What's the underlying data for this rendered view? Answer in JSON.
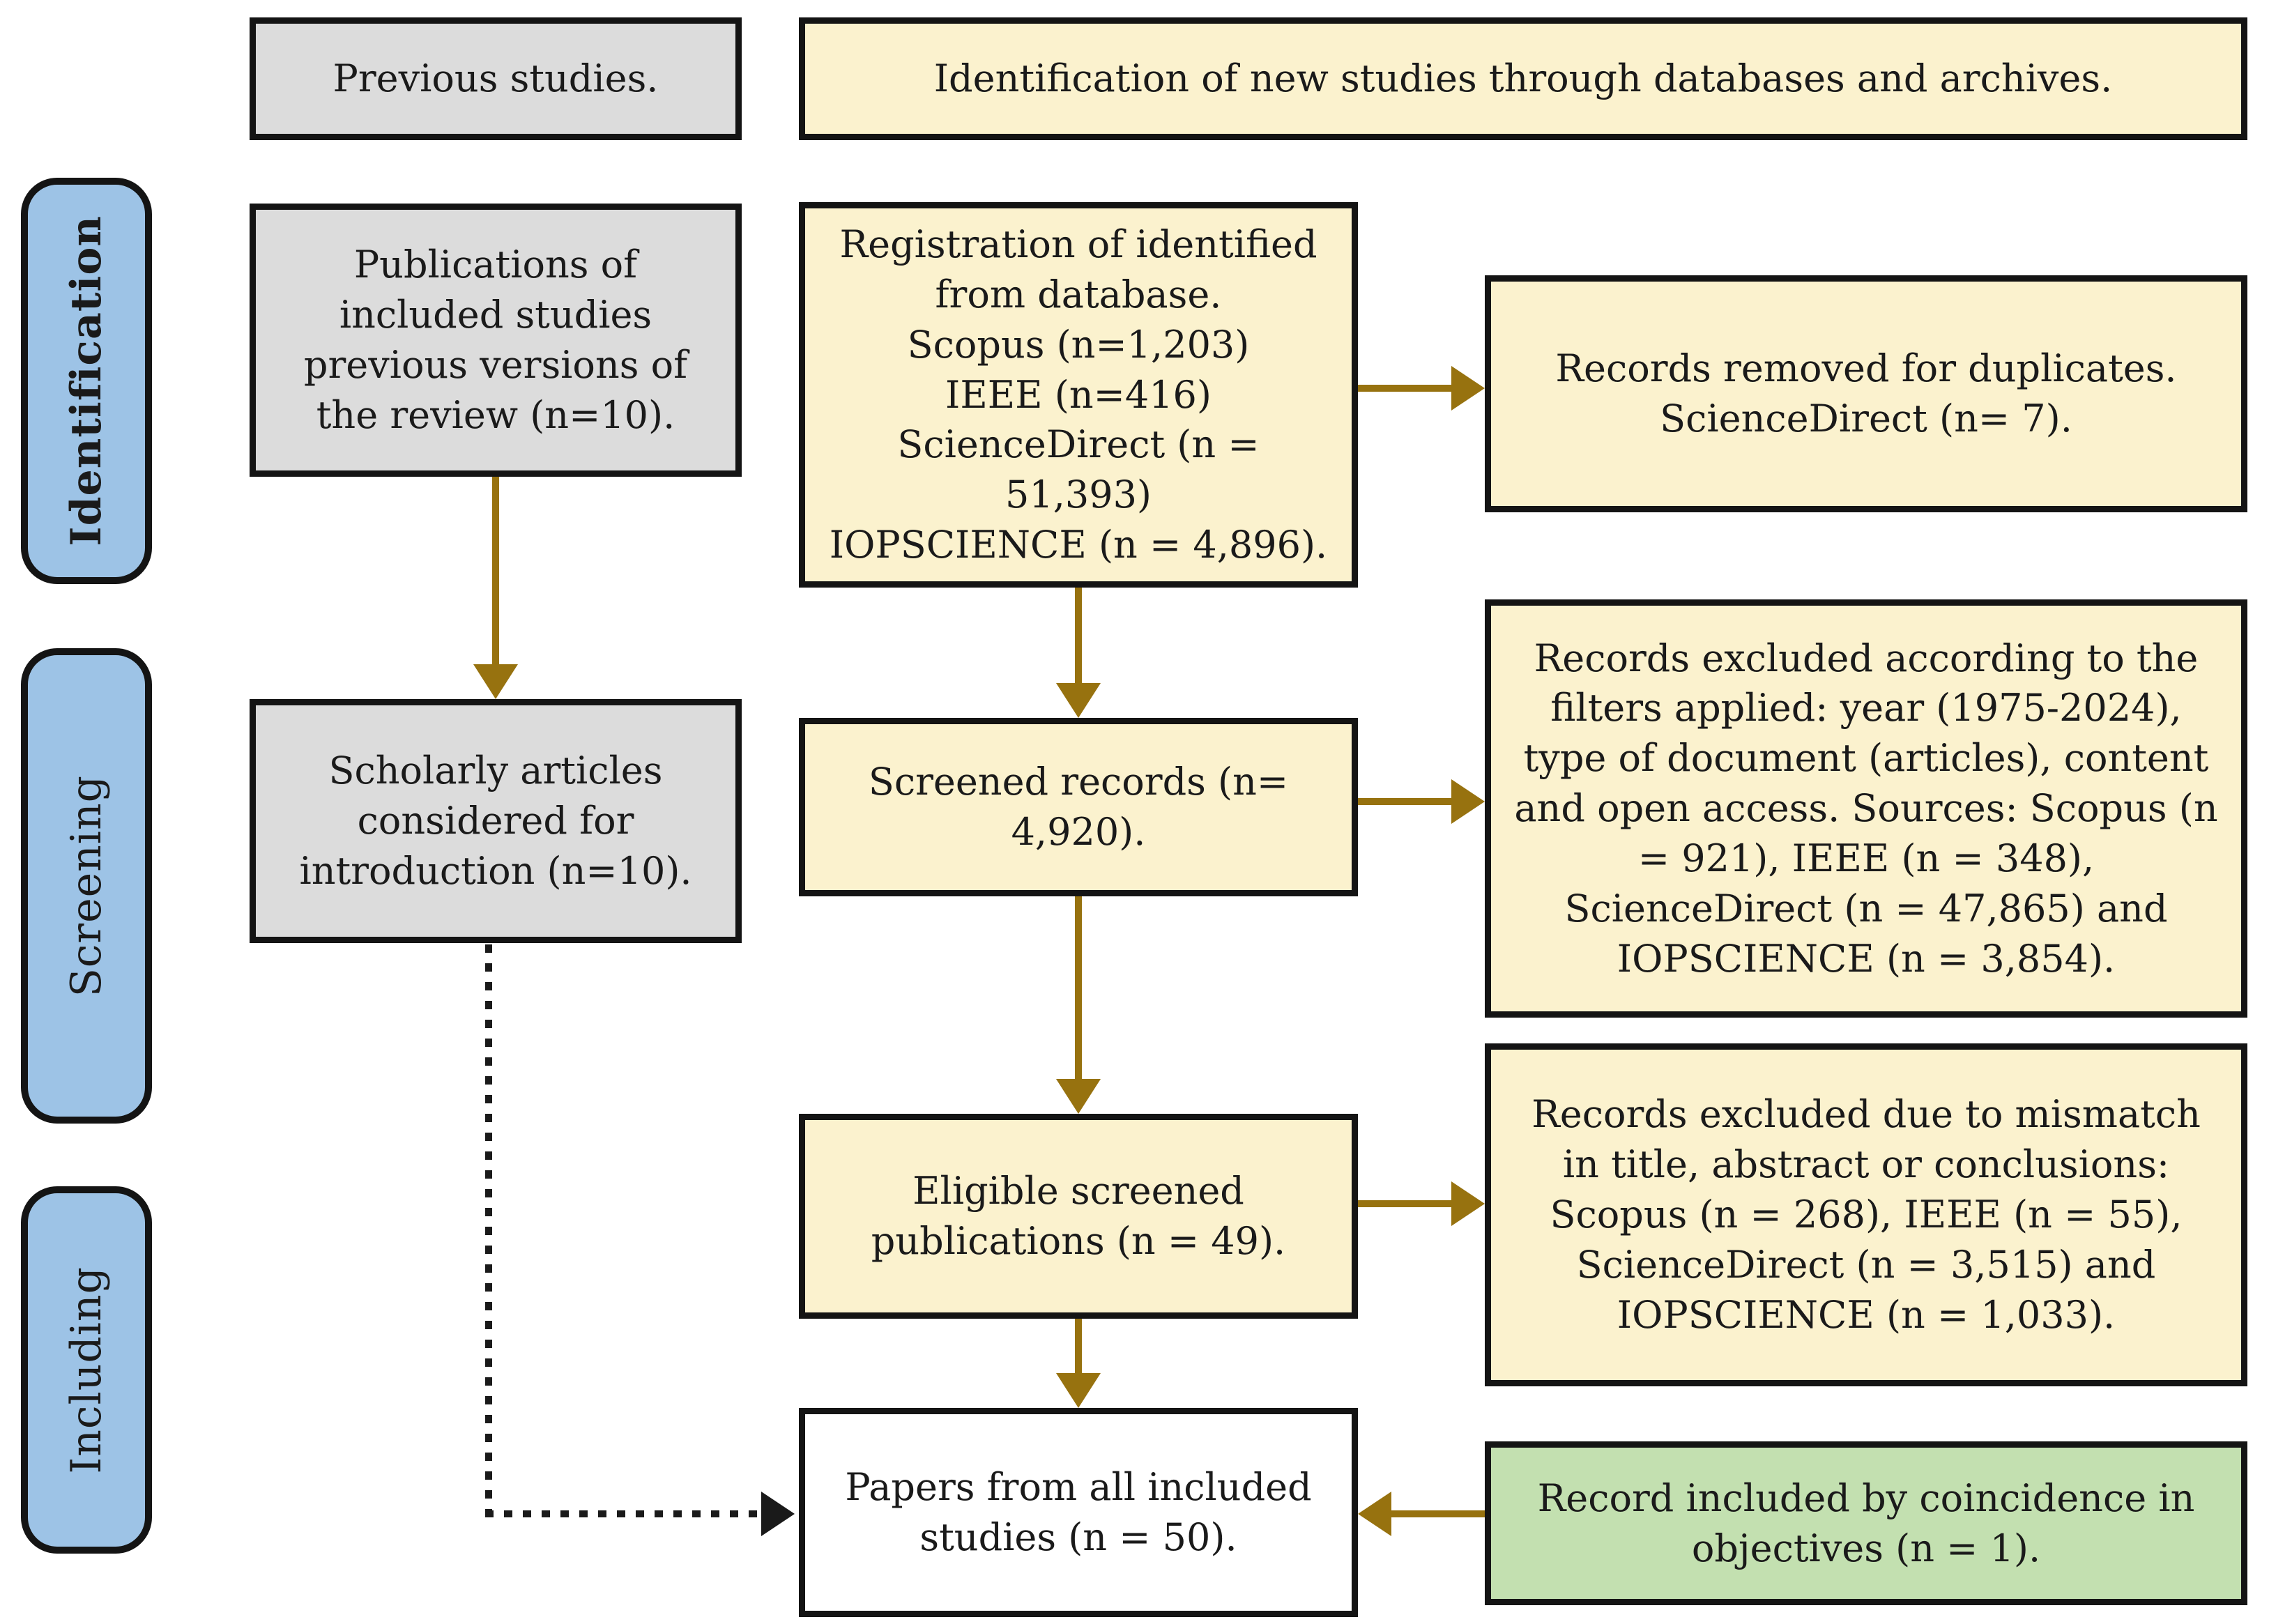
{
  "colors": {
    "stage_blue": "#9DC3E6",
    "box_yellow": "#FBF2CE",
    "box_gray": "#DCDCDC",
    "box_green": "#C3E0B0",
    "arrow_gold": "#97720F",
    "arrow_black": "#1A1A1A",
    "border_black": "#141414"
  },
  "sidebar": {
    "stages": [
      {
        "label": "Identification"
      },
      {
        "label": "Screening"
      },
      {
        "label": "Including"
      }
    ]
  },
  "boxes": {
    "previous_studies": "Previous studies.",
    "top_banner": "Identification of new studies through databases and archives.",
    "publications": "Publications of\nincluded studies\nprevious versions of\nthe review (n=10).",
    "registration": "Registration of identified\nfrom database.\nScopus (n=1,203)\nIEEE (n=416)\nScienceDirect (n = 51,393)\nIOPSCIENCE (n = 4,896).",
    "duplicates_removed": "Records removed for duplicates.\nScienceDirect (n= 7).",
    "scholarly": "Scholarly articles\nconsidered for\nintroduction (n=10).",
    "screened": "Screened records (n=\n4,920).",
    "filters_excluded": "Records excluded according to the filters applied: year (1975-2024), type of document (articles), content and open access. Sources: Scopus (n = 921), IEEE (n = 348), ScienceDirect (n = 47,865) and IOPSCIENCE (n = 3,854).",
    "eligible": "Eligible screened\npublications (n = 49).",
    "mismatch_excluded": "Records excluded due to mismatch in title, abstract or conclusions: Scopus (n = 268), IEEE (n = 55), ScienceDirect (n = 3,515) and IOPSCIENCE (n = 1,033).",
    "papers_included": "Papers from all included\nstudies (n = 50).",
    "coincidence_included": "Record included by coincidence in\nobjectives (n = 1)."
  },
  "connections": [
    {
      "from": "publications",
      "to": "scholarly",
      "style": "solid-gold"
    },
    {
      "from": "registration",
      "to": "duplicates_removed",
      "style": "solid-gold"
    },
    {
      "from": "registration",
      "to": "screened",
      "style": "solid-gold"
    },
    {
      "from": "screened",
      "to": "filters_excluded",
      "style": "solid-gold"
    },
    {
      "from": "screened",
      "to": "eligible",
      "style": "solid-gold"
    },
    {
      "from": "eligible",
      "to": "mismatch_excluded",
      "style": "solid-gold"
    },
    {
      "from": "eligible",
      "to": "papers_included",
      "style": "solid-gold"
    },
    {
      "from": "coincidence_included",
      "to": "papers_included",
      "style": "solid-gold"
    },
    {
      "from": "scholarly",
      "to": "papers_included",
      "style": "dotted-black"
    }
  ]
}
